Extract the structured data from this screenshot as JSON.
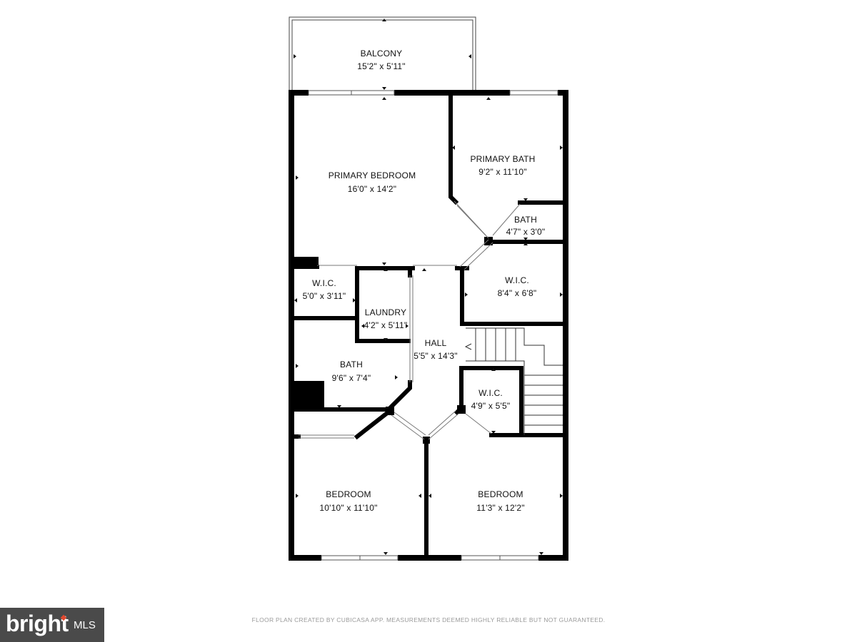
{
  "floor_plan": {
    "rooms": [
      {
        "id": "balcony",
        "name": "BALCONY",
        "dimensions": "15'2\" x 5'11\""
      },
      {
        "id": "primary-bedroom",
        "name": "PRIMARY BEDROOM",
        "dimensions": "16'0\" x 14'2\""
      },
      {
        "id": "primary-bath",
        "name": "PRIMARY BATH",
        "dimensions": "9'2\" x 11'10\""
      },
      {
        "id": "bath-small",
        "name": "BATH",
        "dimensions": "4'7\" x 3'0\""
      },
      {
        "id": "wic-left",
        "name": "W.I.C.",
        "dimensions": "5'0\" x 3'11\""
      },
      {
        "id": "laundry",
        "name": "LAUNDRY",
        "dimensions": "4'2\" x 5'11\""
      },
      {
        "id": "wic-right",
        "name": "W.I.C.",
        "dimensions": "8'4\" x 6'8\""
      },
      {
        "id": "hall",
        "name": "HALL",
        "dimensions": "5'5\" x 14'3\""
      },
      {
        "id": "bath-hall",
        "name": "BATH",
        "dimensions": "9'6\" x 7'4\""
      },
      {
        "id": "wic-center",
        "name": "W.I.C.",
        "dimensions": "4'9\" x 5'5\""
      },
      {
        "id": "bedroom-left",
        "name": "BEDROOM",
        "dimensions": "10'10\" x 11'10\""
      },
      {
        "id": "bedroom-right",
        "name": "BEDROOM",
        "dimensions": "11'3\" x 12'2\""
      }
    ]
  },
  "footer": {
    "credit": "FLOOR PLAN CREATED BY CUBICASA APP. MEASUREMENTS DEEMED HIGHLY RELIABLE BUT NOT GUARANTEED."
  },
  "logo": {
    "word": "bright",
    "suffix": "MLS",
    "background": "#4a4a4a",
    "accent": "#e2492f"
  },
  "colors": {
    "wall": "#000000",
    "background": "#ffffff",
    "text": "#111111"
  }
}
